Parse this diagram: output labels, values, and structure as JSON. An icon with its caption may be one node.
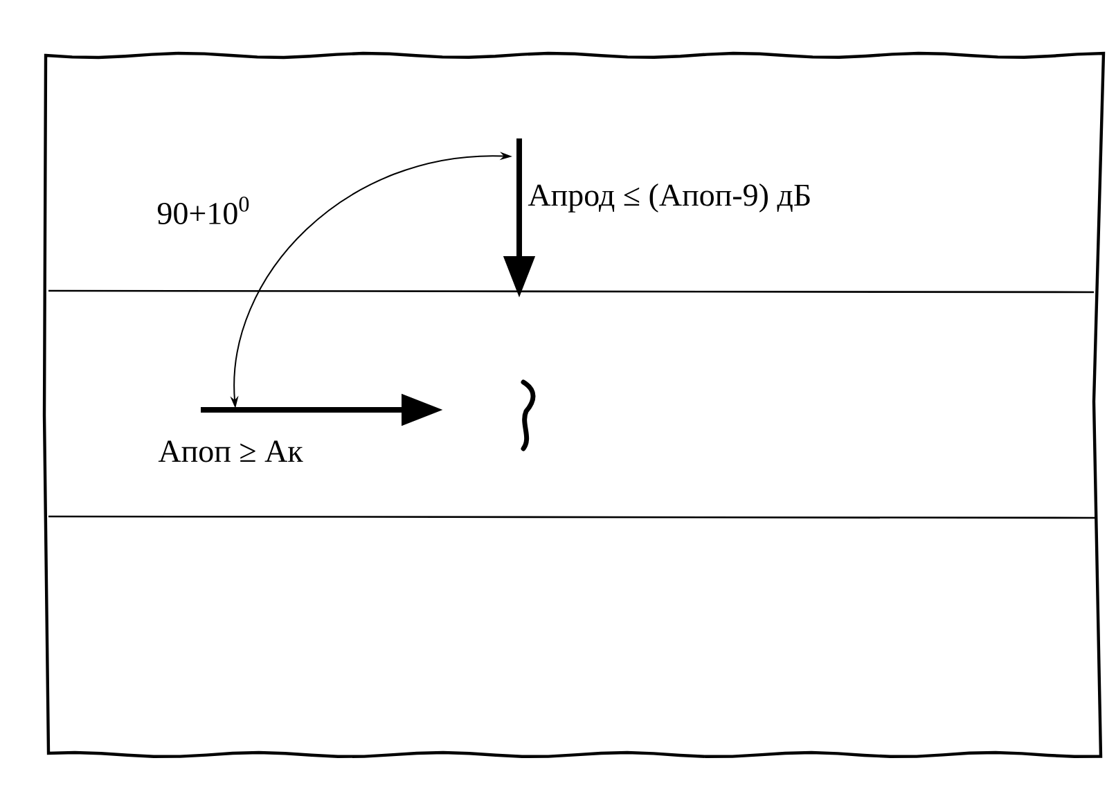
{
  "diagram": {
    "labels": [
      "90+10$^{0}$",
      "Апрод ≤ (Апоп-9) дБ",
      "Апоп ≥ Ак"
    ]
  }
}
